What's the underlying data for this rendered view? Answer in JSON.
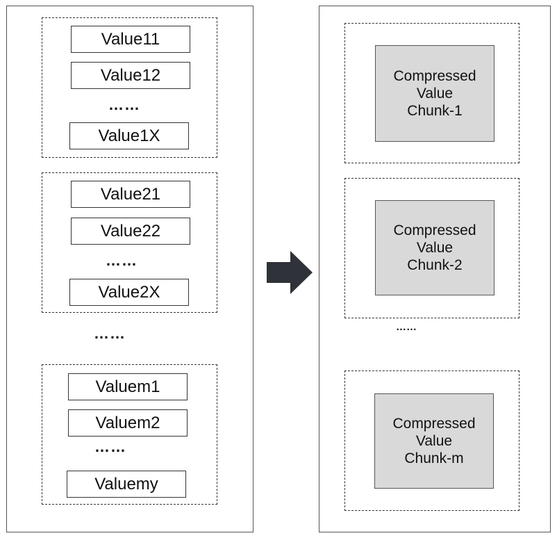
{
  "left": {
    "groups": [
      {
        "items": [
          "Value11",
          "Value12",
          "Value1X"
        ],
        "ellipsis": "……"
      },
      {
        "items": [
          "Value21",
          "Value22",
          "Value2X"
        ],
        "ellipsis": "……"
      },
      {
        "items": [
          "Valuem1",
          "Valuem2",
          "Valuemy"
        ],
        "ellipsis": "……"
      }
    ],
    "between_ellipsis": "……"
  },
  "right": {
    "chunks": [
      {
        "label": "Compressed\nValue\nChunk-1"
      },
      {
        "label": "Compressed\nValue\nChunk-2"
      },
      {
        "label": "Compressed\nValue\nChunk-m"
      }
    ],
    "between_ellipsis": "……"
  },
  "colors": {
    "arrow": "#2f3238",
    "chunk_fill": "#d9d9d9",
    "border": "#333333"
  },
  "icons": {
    "transform_arrow": "right-arrow-icon"
  }
}
